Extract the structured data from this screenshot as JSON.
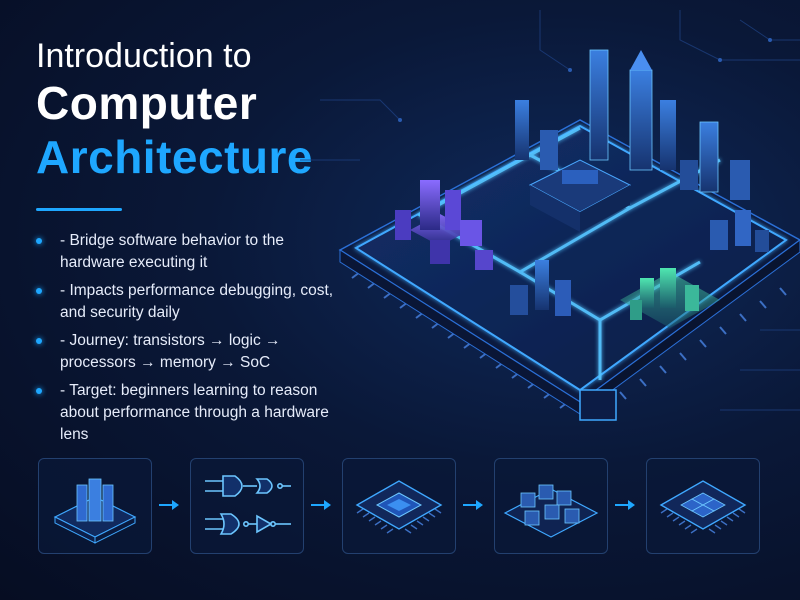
{
  "title": {
    "line1": "Introduction to",
    "line2": "Computer",
    "line3": "Architecture"
  },
  "bullets": [
    "- Bridge software behavior to the hardware executing it",
    "- Impacts performance debugging, cost, and security daily",
    "- Journey: transistors → logic → processors → memory → SoC",
    "- Target: beginners learning to reason about performance through a hardware lens"
  ],
  "colors": {
    "accent": "#1ea7ff",
    "background": "#0a1838",
    "text": "#ffffff"
  },
  "steps": [
    {
      "icon": "transistor-icon"
    },
    {
      "icon": "logic-gates-icon"
    },
    {
      "icon": "processor-chip-icon"
    },
    {
      "icon": "memory-blocks-icon"
    },
    {
      "icon": "soc-chip-icon"
    }
  ]
}
